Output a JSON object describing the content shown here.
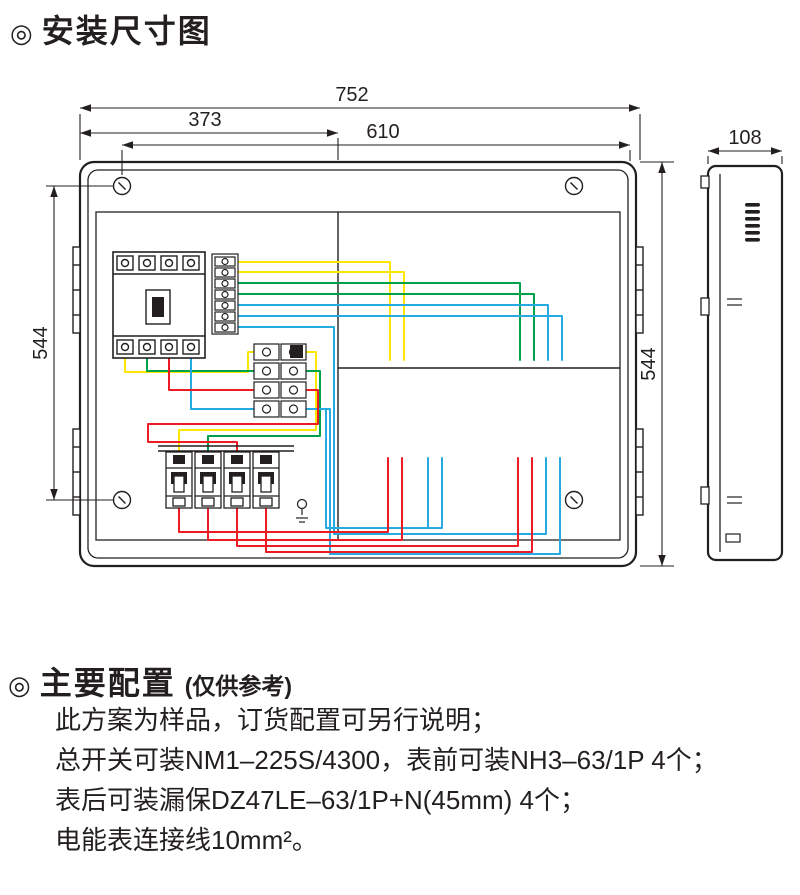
{
  "header": {
    "bullet": "◎",
    "title": "安装尺寸图"
  },
  "dimensions": {
    "overall_width": "752",
    "left_section_width": "373",
    "hole_span_width": "610",
    "depth": "108",
    "hole_span_height": "544",
    "overall_height": "544"
  },
  "config": {
    "bullet": "◎",
    "title": "主要配置",
    "subtitle": "(仅供参考)",
    "lines": [
      "此方案为样品，订货配置可另行说明；",
      "总开关可装NM1–225S/4300，表前可装NH3–63/1P 4个；",
      "表后可装漏保DZ47LE–63/1P+N(45mm) 4个；",
      "电能表连接线10mm²。"
    ]
  },
  "colors": {
    "outline": "#231f20",
    "wire_yellow": "#ffe600",
    "wire_green": "#00a14b",
    "wire_blue": "#27aae1",
    "wire_red": "#ed1c24"
  }
}
